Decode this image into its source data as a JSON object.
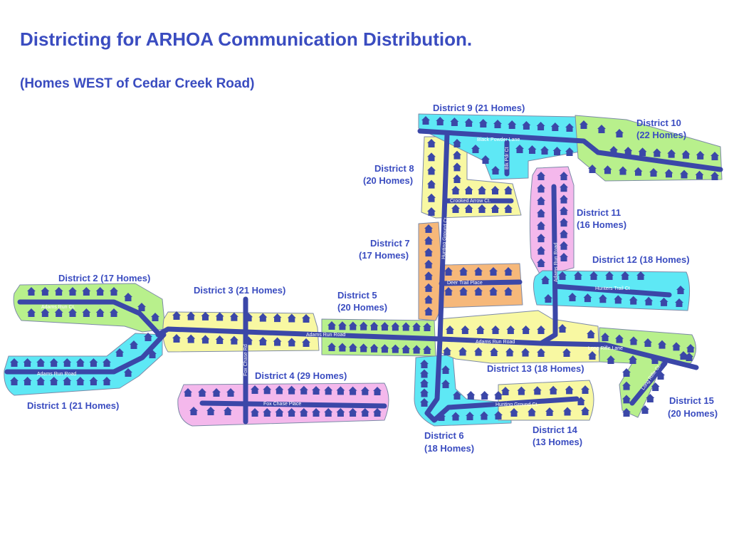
{
  "title": "Districting for ARHOA Communication Distribution.",
  "subtitle": "(Homes WEST of Cedar Creek Road)",
  "colors": {
    "road": "#3b47a8",
    "house": "#3b47a8",
    "label": "#3a4cc0",
    "cyan": "#5ee8f5",
    "green": "#b8f08c",
    "yellow": "#f8f8a2",
    "pink": "#f4b8ec",
    "orange": "#f6b87a"
  },
  "districts": [
    {
      "id": "d1",
      "label": "District 1 (21 Homes)",
      "lines": [
        "District 1 (21 Homes)"
      ],
      "color": "cyan"
    },
    {
      "id": "d2",
      "label": "District 2 (17 Homes)",
      "lines": [
        "District 2 (17 Homes)"
      ],
      "color": "green"
    },
    {
      "id": "d3",
      "label": "District 3 (21 Homes)",
      "lines": [
        "District 3 (21 Homes)"
      ],
      "color": "yellow"
    },
    {
      "id": "d4",
      "label": "District 4 (29 Homes)",
      "lines": [
        "District 4 (29 Homes)"
      ],
      "color": "pink"
    },
    {
      "id": "d5",
      "label": "District 5 (20 Homes)",
      "lines": [
        "District 5",
        "(20 Homes)"
      ],
      "color": "green"
    },
    {
      "id": "d6",
      "label": "District 6 (18 Homes)",
      "lines": [
        "District 6",
        "(18 Homes)"
      ],
      "color": "cyan"
    },
    {
      "id": "d7",
      "label": "District 7 (17 Homes)",
      "lines": [
        "District 7",
        "(17 Homes)"
      ],
      "color": "orange"
    },
    {
      "id": "d8",
      "label": "District 8 (20 Homes)",
      "lines": [
        "District 8",
        "(20 Homes)"
      ],
      "color": "yellow"
    },
    {
      "id": "d9",
      "label": "District 9 (21 Homes)",
      "lines": [
        "District 9 (21 Homes)"
      ],
      "color": "cyan"
    },
    {
      "id": "d10",
      "label": "District 10 (22 Homes)",
      "lines": [
        "District 10",
        "(22 Homes)"
      ],
      "color": "green"
    },
    {
      "id": "d11",
      "label": "District 11 (16 Homes)",
      "lines": [
        "District 11",
        "(16 Homes)"
      ],
      "color": "pink"
    },
    {
      "id": "d12",
      "label": "District 12 (18 Homes)",
      "lines": [
        "District 12 (18 Homes)"
      ],
      "color": "cyan"
    },
    {
      "id": "d13",
      "label": "District 13 (18 Homes)",
      "lines": [
        "District 13 (18 Homes)"
      ],
      "color": "yellow"
    },
    {
      "id": "d14",
      "label": "District 14 (13 Homes)",
      "lines": [
        "District 14",
        "(13 Homes)"
      ],
      "color": "yellow"
    },
    {
      "id": "d15",
      "label": "District 15 (20 Homes)",
      "lines": [
        "District 15",
        "(20 Homes)"
      ],
      "color": "green"
    }
  ],
  "roads": [
    {
      "id": "adams-run-road-west",
      "name": "Adams Run Road"
    },
    {
      "id": "adams-run-ct",
      "name": "Adams Run Ct."
    },
    {
      "id": "adams-run-road-main",
      "name": "Adams Run Road"
    },
    {
      "id": "adams-run-road-east",
      "name": "Adams Run Road"
    },
    {
      "id": "adams-run-road-north",
      "name": "Adams Run Road"
    },
    {
      "id": "fox-chase-rd",
      "name": "Fox Chase Rd"
    },
    {
      "id": "fox-chase-place",
      "name": "Fox Chase Place"
    },
    {
      "id": "hunting-ground-ct-north",
      "name": "Hunting Ground Ct."
    },
    {
      "id": "hunting-ground-ct-south",
      "name": "Hunting Ground Ct."
    },
    {
      "id": "deer-trail-place",
      "name": "Deer Trail Place"
    },
    {
      "id": "crooked-arrow-ct",
      "name": "Crooked Arrow Ct."
    },
    {
      "id": "black-powder-lane",
      "name": "Black Powder Lane"
    },
    {
      "id": "blk-pdr-ct",
      "name": "Blk Pdr Ct"
    },
    {
      "id": "hunters-trail-ct",
      "name": "Hunters Trail Ct"
    },
    {
      "id": "long-rifle-lane",
      "name": "Long Rifle Lane"
    },
    {
      "id": "long-rifle-ct",
      "name": "Long Rifle Ct."
    }
  ]
}
